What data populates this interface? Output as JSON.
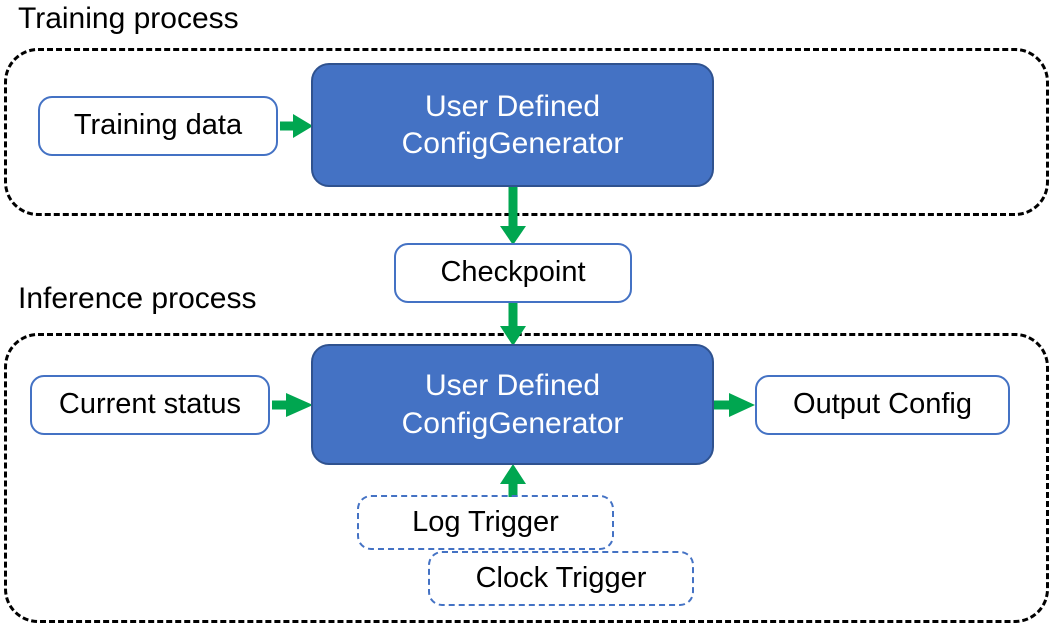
{
  "diagram": {
    "title_training": "Training process",
    "title_inference": "Inference process",
    "colors": {
      "process_fill": "#4472C4",
      "process_stroke": "#2F528F",
      "node_stroke": "#4472C4",
      "arrow": "#00A650",
      "container_stroke": "#000000",
      "page_background": "#ffffff",
      "process_text": "#ffffff",
      "node_text": "#000000"
    },
    "nodes": {
      "training_data": "Training data",
      "generator_training": "User Defined\nConfigGenerator",
      "checkpoint": "Checkpoint",
      "current_status": "Current status",
      "generator_inference": "User Defined\nConfigGenerator",
      "output_config": "Output Config",
      "log_trigger": "Log Trigger",
      "clock_trigger": "Clock Trigger"
    },
    "edges": [
      {
        "name": "training-data-to-generator",
        "from": "Training data",
        "to": "User Defined ConfigGenerator",
        "direction": "right"
      },
      {
        "name": "generator-to-checkpoint",
        "from": "User Defined ConfigGenerator",
        "to": "Checkpoint",
        "direction": "down"
      },
      {
        "name": "checkpoint-to-generator",
        "from": "Checkpoint",
        "to": "User Defined ConfigGenerator",
        "direction": "down"
      },
      {
        "name": "current-status-to-generator",
        "from": "Current status",
        "to": "User Defined ConfigGenerator",
        "direction": "right"
      },
      {
        "name": "generator-to-output-config",
        "from": "User Defined ConfigGenerator",
        "to": "Output Config",
        "direction": "right"
      },
      {
        "name": "triggers-to-generator",
        "from": "Log Trigger / Clock Trigger",
        "to": "User Defined ConfigGenerator",
        "direction": "up"
      }
    ]
  }
}
